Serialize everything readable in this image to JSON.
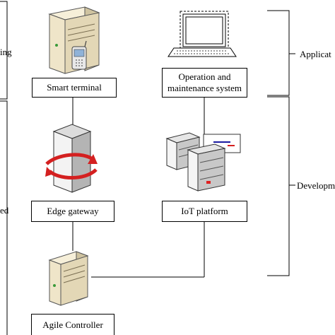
{
  "nodes": {
    "smart_terminal": "Smart terminal",
    "operation_system": "Operation and\nmaintenance system",
    "edge_gateway": "Edge gateway",
    "iot_platform": "IoT platform",
    "agile_controller": "Agile Controller"
  },
  "layers": {
    "left_top_fragment": "ing",
    "left_bottom_fragment": "ed",
    "right_top_fragment": "Applicat",
    "right_bottom_fragment": "Developm"
  },
  "icons": {
    "smart_terminal": "server-with-phone-icon",
    "operation_system": "desktop-computer-icon",
    "edge_gateway": "gateway-router-icon",
    "iot_platform": "server-cluster-icon",
    "agile_controller": "server-icon"
  },
  "colors": {
    "server_body": "#efe5c9",
    "gateway_arrow": "#d42020",
    "indicator_red": "#e02020",
    "indicator_green": "#3a9a3a",
    "rack_gray": "#c8c8c8"
  }
}
